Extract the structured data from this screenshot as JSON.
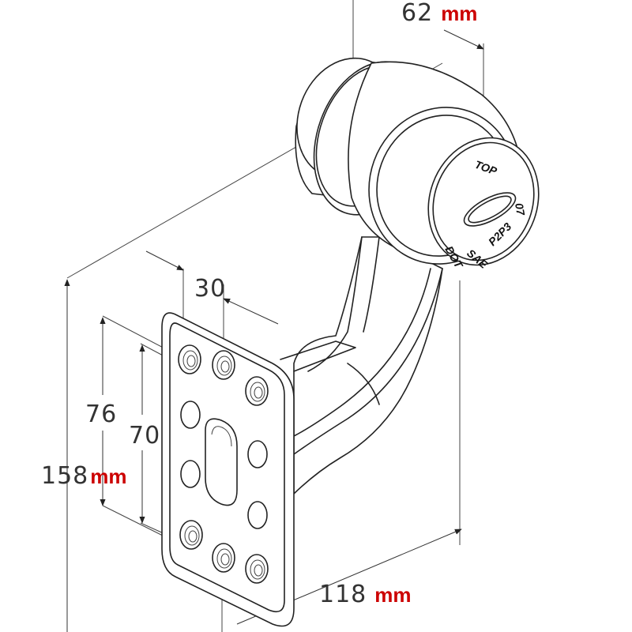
{
  "colors": {
    "unit_color": "#cc0000",
    "line_color": "#222222",
    "background": "#ffffff"
  },
  "dimensions": {
    "diameter": {
      "value": "62",
      "unit": "mm"
    },
    "height": {
      "value": "158",
      "unit": "mm"
    },
    "depth": {
      "value": "118",
      "unit": "mm"
    },
    "hole_span_outer": {
      "value": "76"
    },
    "hole_span_inner": {
      "value": "70"
    },
    "hole_spacing": {
      "value": "30"
    }
  },
  "lamp_markings": {
    "top": "TOP",
    "cert_dot": "DOT",
    "cert_sae": "SAE",
    "cert_code": "P2P3",
    "cert_year": "07"
  }
}
